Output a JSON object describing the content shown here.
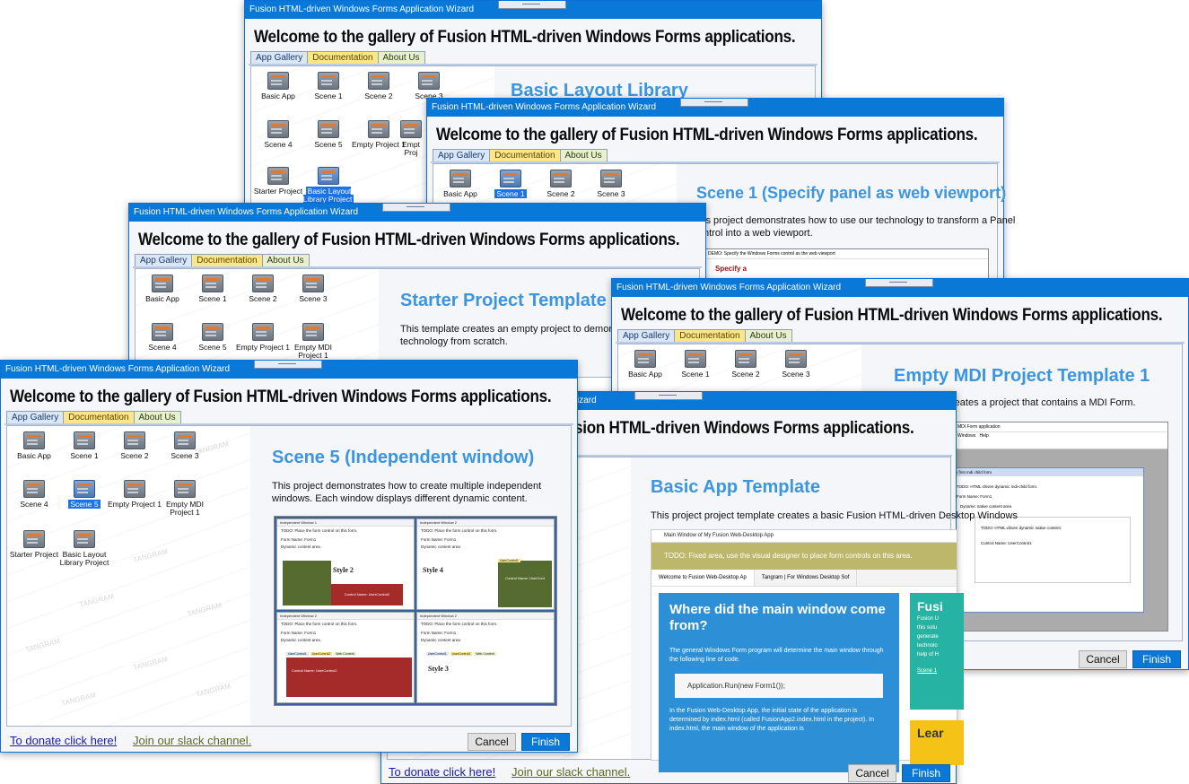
{
  "window_title": "Fusion HTML-driven Windows Forms Application Wizard",
  "window_title_short": "izard",
  "heading": "Welcome to the gallery of Fusion HTML-driven Windows Forms applications.",
  "heading_partial": "sion HTML-driven Windows Forms applications.",
  "tabs": [
    "App Gallery",
    "Documentation",
    "About Us"
  ],
  "gallery_items": {
    "basic_app": "Basic App",
    "scene1": "Scene 1",
    "scene2": "Scene 2",
    "scene3": "Scene 3",
    "scene4": "Scene 4",
    "scene5": "Scene 5",
    "empty_project_1": "Empty Project 1",
    "empty_mdi_1": "Empty MDI Project 1",
    "empt_proj_partial": "Empt Proj",
    "starter_project": "Starter Project",
    "basic_layout": "Basic Layout Library Project"
  },
  "watermark": "TANGRAM",
  "windows": {
    "w1": {
      "title": "Basic Layout Library"
    },
    "w2": {
      "title": "Scene 1 (Specify panel as web viewport)",
      "desc_lines": [
        "is project demonstrates how to use our technology to transform a Panel",
        "ntrol into a web viewport."
      ],
      "shot_title": "DEMO: Specify the Windows Forms control as the web viewport",
      "shot_label": "Specify a"
    },
    "w3": {
      "title": "Starter Project Template",
      "desc_lines": [
        "This template creates an empty project to demonstrate",
        "technology from scratch."
      ]
    },
    "w4": {
      "title": "Empty MDI Project Template 1",
      "desc": "reates a project that contains a MDI Form.",
      "mdi_title": "MDI Form application",
      "mdi_menu": [
        "Windows",
        "Help"
      ],
      "child_title": "y first mdi child form",
      "child_lines": [
        "TODO: HTML-driven dynamic mdi-child form.",
        "Form Name: Form1",
        "Dynamic native content area",
        "TODO: HTML-driven dynamic native content.",
        "Control Name: UserControl1"
      ]
    },
    "w5": {
      "title": "Scene 5 (Independent window)",
      "desc_lines": [
        "This project demonstrates how to create multiple independent",
        "windows. Each window displays different dynamic content."
      ],
      "mini": {
        "indep1": "Independent Window 1",
        "indep2": "Independent Window 2",
        "todo": "TODO: Place the form control on this form.",
        "form": "Form Name: Form1",
        "area": "Dynamic content area",
        "style2": "Style 2",
        "style4": "Style 4",
        "style3": "Style 3",
        "ctl2": "Control Name: UserControl2",
        "ctl_uc": "Control Name: UserCont",
        "uc1": "UserControl1",
        "uc2": "UserControl2",
        "web": "Web Content"
      }
    },
    "w6": {
      "title": "Basic App Template",
      "desc": "This project project template creates a basic Fusion HTML-driven Desktop Windows",
      "app_window": "Main Window of My Fusion Web-Desktop App",
      "todo_bar": "TODO: Fixed area, use the visual designer to place form controls on this area.",
      "browser_tab1": "Welcome to Fusion Web-Desktop Ap",
      "browser_tab2": "Tangram | For Windows Desktop Sof",
      "card_title": "Where did the main window come from?",
      "card_p1": "The general Windows Form program will determine the main window through the following line of code.",
      "code": "Application.Run(new Form1());",
      "card_p2": "In the Fusion Web-Desktop App, the initial state of the application is determined by index.html (called FusionApp2.index.html in the project). In index.html, the main window of the application is",
      "side_title": "Fusi",
      "side_lines": [
        "Fusion U",
        "this solu",
        "generate",
        "technolo",
        "help of H"
      ],
      "side_link": "Scene 1",
      "side_yellow": "Lear"
    }
  },
  "footer": {
    "donate": "To donate click here!",
    "slack": "Join our slack channel.",
    "cancel": "Cancel",
    "finish": "Finish"
  }
}
